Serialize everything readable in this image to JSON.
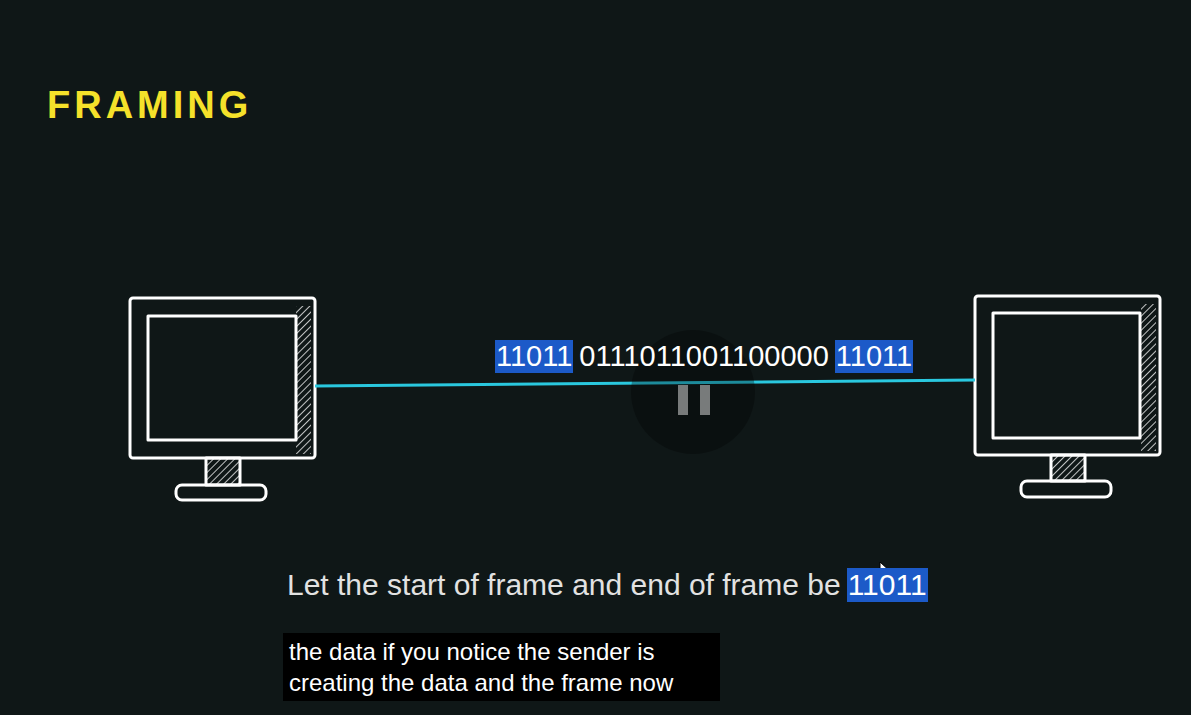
{
  "diagram": {
    "title": "FRAMING",
    "caption": "the data if you notice the sender is creating the data and the frame now",
    "labels": [
      "11011",
      "0111011001100000",
      "11011",
      "Let the start of frame and end of frame be",
      "11011"
    ]
  }
}
